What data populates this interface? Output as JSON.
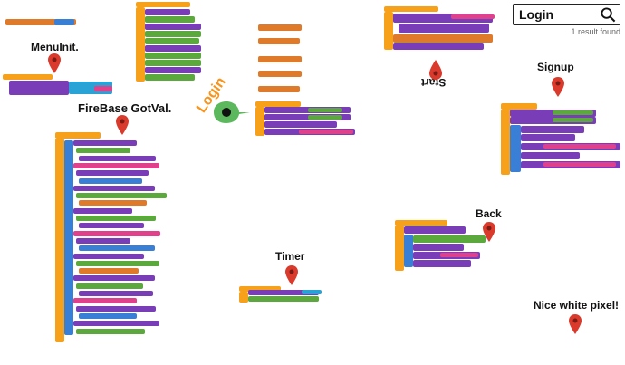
{
  "search": {
    "value": "Login",
    "results": "1 result found"
  },
  "labels": {
    "menuinit": "MenuInit.",
    "firebase": "FireBase GotVal.",
    "login": "Login",
    "start": "Start",
    "signup": "Signup",
    "back": "Back",
    "timer": "Timer",
    "nice": "Nice white pixel!"
  },
  "colors": {
    "orange": "#f7a11b",
    "purple": "#7a3db8",
    "green": "#5ba83c",
    "red": "#d94a5a",
    "pink": "#e0418b",
    "blue": "#3a7fd6",
    "pin_red": "#d93a2b",
    "pin_green": "#4caf50"
  }
}
